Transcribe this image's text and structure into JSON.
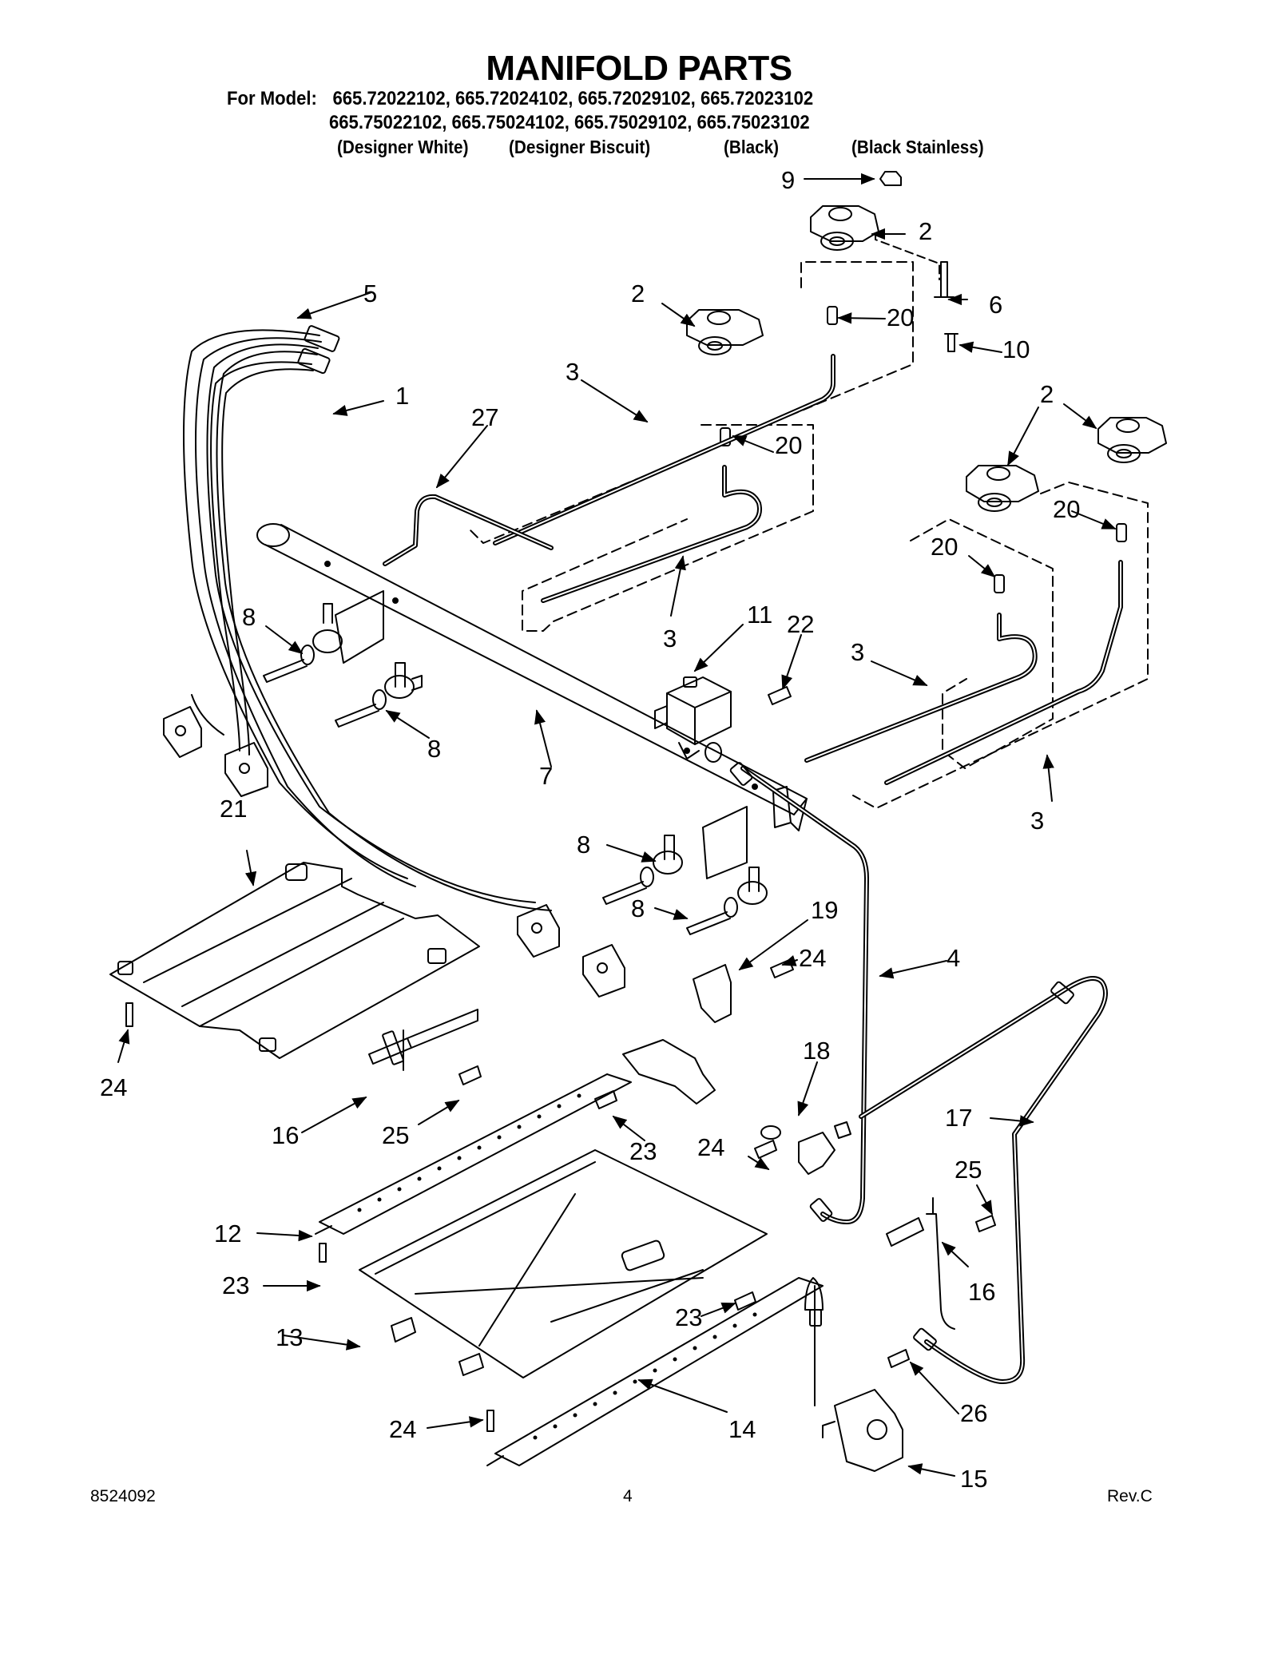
{
  "title": "MANIFOLD PARTS",
  "models": {
    "label": "For Model:",
    "row1": [
      "665.72022102,",
      "665.72024102,",
      "665.72029102,",
      "665.72023102"
    ],
    "row2": [
      "665.75022102,",
      "665.75024102,",
      "665.75029102,",
      "665.75023102"
    ],
    "finishes": [
      "(Designer White)",
      "(Designer Biscuit)",
      "(Black)",
      "(Black Stainless)"
    ]
  },
  "callouts": {
    "c1": "1",
    "c2a": "2",
    "c2b": "2",
    "c2c": "2",
    "c2d": "2",
    "c3a": "3",
    "c3b": "3",
    "c3c": "3",
    "c3d": "3",
    "c4": "4",
    "c5": "5",
    "c6": "6",
    "c7": "7",
    "c8a": "8",
    "c8b": "8",
    "c8c": "8",
    "c8d": "8",
    "c9": "9",
    "c10": "10",
    "c11": "11",
    "c12": "12",
    "c13": "13",
    "c14": "14",
    "c15": "15",
    "c16a": "16",
    "c16b": "16",
    "c17": "17",
    "c18": "18",
    "c19": "19",
    "c20a": "20",
    "c20b": "20",
    "c20c": "20",
    "c20d": "20",
    "c21": "21",
    "c22": "22",
    "c23a": "23",
    "c23b": "23",
    "c23c": "23",
    "c24a": "24",
    "c24b": "24",
    "c24c": "24",
    "c24d": "24",
    "c25a": "25",
    "c25b": "25",
    "c26": "26",
    "c27": "27"
  },
  "footer": {
    "part_number": "8524092",
    "page": "4",
    "revision": "Rev.C"
  }
}
